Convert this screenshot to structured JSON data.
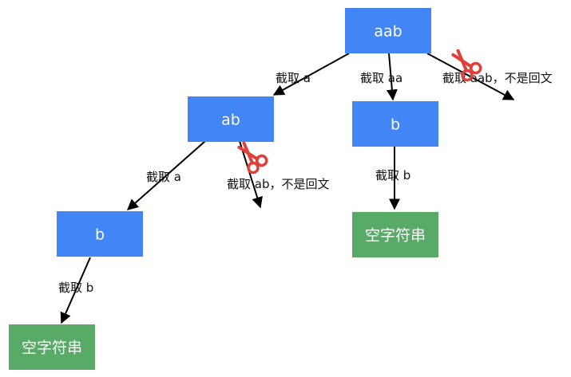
{
  "colors": {
    "node_blue": "#4285F4",
    "node_green": "#58AA66",
    "edge": "#000000",
    "scissors": "#E0403A",
    "text_dark": "#111111",
    "text_light": "#ffffff"
  },
  "nodes": {
    "root": "aab",
    "ab": "ab",
    "b_mid": "b",
    "b_left": "b",
    "empty_left": "空字符串",
    "empty_mid": "空字符串"
  },
  "edges": {
    "root_to_ab": "截取 a",
    "root_to_b": "截取 aa",
    "root_pruned": "截取 aab，不是回文",
    "ab_to_b": "截取 a",
    "ab_pruned": "截取 ab，不是回文",
    "b_left_to_empty": "截取 b",
    "b_mid_to_empty": "截取 b"
  },
  "icons": {
    "scissors_root": "scissors-icon",
    "scissors_ab": "scissors-icon"
  }
}
